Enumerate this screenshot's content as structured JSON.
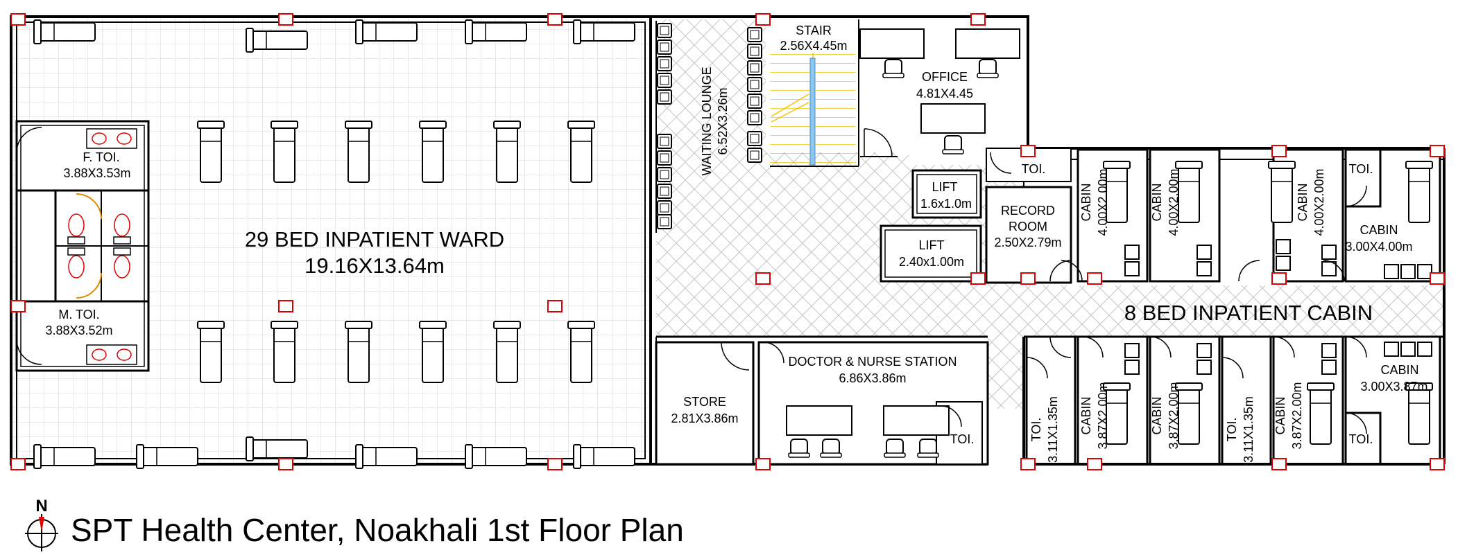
{
  "title": "SPT Health Center, Noakhali 1st Floor Plan",
  "north_label": "N",
  "rooms": {
    "ward": {
      "name": "29 BED INPATIENT WARD",
      "size": "19.16X13.64m"
    },
    "f_toilet": {
      "name": "F. TOI.",
      "size": "3.88X3.53m"
    },
    "m_toilet": {
      "name": "M. TOI.",
      "size": "3.88X3.52m"
    },
    "waiting": {
      "name": "WAITING LOUNGE",
      "size": "6.52X3.26m"
    },
    "stair": {
      "name": "STAIR",
      "size": "2.56X4.45m"
    },
    "office": {
      "name": "OFFICE",
      "size": "4.81X4.45"
    },
    "lift_small": {
      "name": "LIFT",
      "size": "1.6x1.0m"
    },
    "lift_large": {
      "name": "LIFT",
      "size": "2.40x1.00m"
    },
    "record": {
      "name": "RECORD",
      "name2": "ROOM",
      "size": "2.50X2.79m"
    },
    "store": {
      "name": "STORE",
      "size": "2.81X3.86m"
    },
    "station": {
      "name": "DOCTOR & NURSE STATION",
      "size": "6.86X3.86m"
    },
    "station_toilet": {
      "name": "TOI."
    },
    "cabin_block": {
      "name": "8 BED INPATIENT CABIN"
    },
    "toi_top_a": {
      "name": "TOI."
    },
    "toi_top_b": {
      "name": "TOI."
    },
    "toi_bottom_d": {
      "name": "TOI."
    },
    "cabin_t1": {
      "name": "CABIN",
      "size": "4.00X2.00m"
    },
    "cabin_t2": {
      "name": "CABIN",
      "size": "4.00X2.00m"
    },
    "cabin_t3": {
      "name": "CABIN",
      "size": "4.00X2.00m"
    },
    "cabin_t4": {
      "name": "CABIN",
      "size": "3.00X4.00m"
    },
    "cabin_b4": {
      "name": "CABIN",
      "size": "3.00X3.87m"
    },
    "toi_b1": {
      "name": "TOI.",
      "size": "3.11X1.35m"
    },
    "cabin_b1": {
      "name": "CABIN",
      "size": "3.87X2.00m"
    },
    "cabin_b2": {
      "name": "CABIN",
      "size": "3.87X2.00m"
    },
    "toi_b2": {
      "name": "TOI.",
      "size": "3.11X1.35m"
    },
    "cabin_b3": {
      "name": "CABIN",
      "size": "3.87X2.00m"
    }
  },
  "colors": {
    "wall": "#000000",
    "column": "#e00000",
    "stair": "#f5c400",
    "handrail": "#8fc6ee",
    "hatch": "#bdbdbd",
    "grid": "#d4d4d4"
  }
}
